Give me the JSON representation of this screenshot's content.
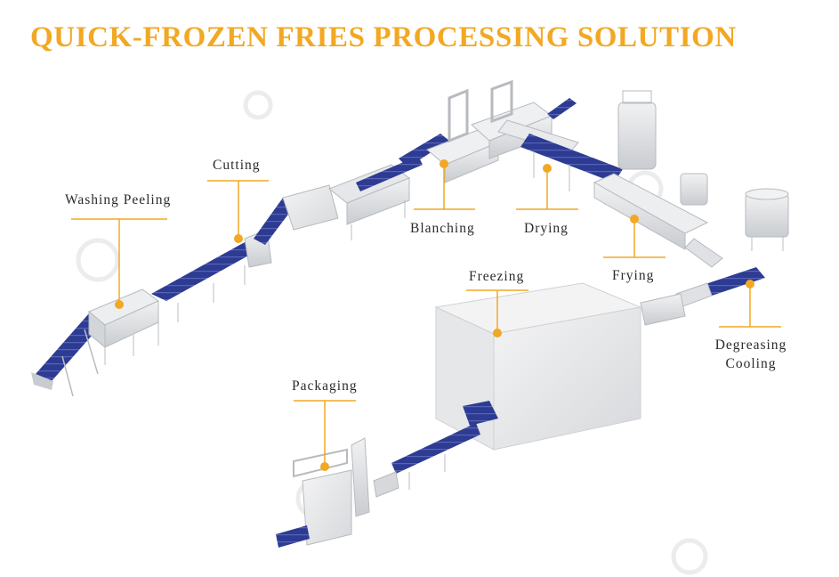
{
  "title": "QUICK-FROZEN FRIES PROCESSING SOLUTION",
  "colors": {
    "accent": "#f2a823",
    "conveyor": "#2b3a8f",
    "steel": "#d9dbde",
    "label_text": "#2b2b2b"
  },
  "stages": {
    "washing_peeling": "Washing Peeling",
    "cutting": "Cutting",
    "blanching": "Blanching",
    "drying": "Drying",
    "frying": "Frying",
    "degreasing_cooling_1": "Degreasing",
    "degreasing_cooling_2": "Cooling",
    "freezing": "Freezing",
    "packaging": "Packaging"
  },
  "icons": {
    "marker": "orange-dot-marker",
    "watermark": "gg-logo-watermark"
  }
}
